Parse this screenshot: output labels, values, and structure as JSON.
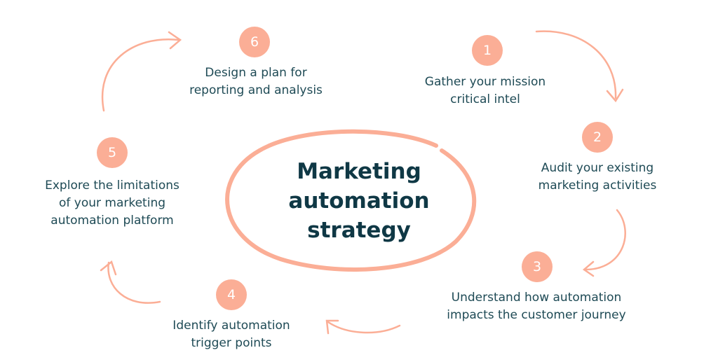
{
  "title": [
    "Marketing",
    "automation",
    "strategy"
  ],
  "steps": [
    {
      "number": "1",
      "lines": [
        "Gather your mission",
        "critical intel"
      ]
    },
    {
      "number": "2",
      "lines": [
        "Audit your existing",
        "marketing activities"
      ]
    },
    {
      "number": "3",
      "lines": [
        "Understand how automation",
        "impacts the customer journey"
      ]
    },
    {
      "number": "4",
      "lines": [
        "Identify automation",
        "trigger points"
      ]
    },
    {
      "number": "5",
      "lines": [
        "Explore the limitations",
        "of your marketing",
        "automation platform"
      ]
    },
    {
      "number": "6",
      "lines": [
        "Design a plan for",
        "reporting and analysis"
      ]
    }
  ],
  "colors": {
    "accent": "#FBAE96",
    "text": "#1E4A55",
    "title": "#0F3845"
  }
}
